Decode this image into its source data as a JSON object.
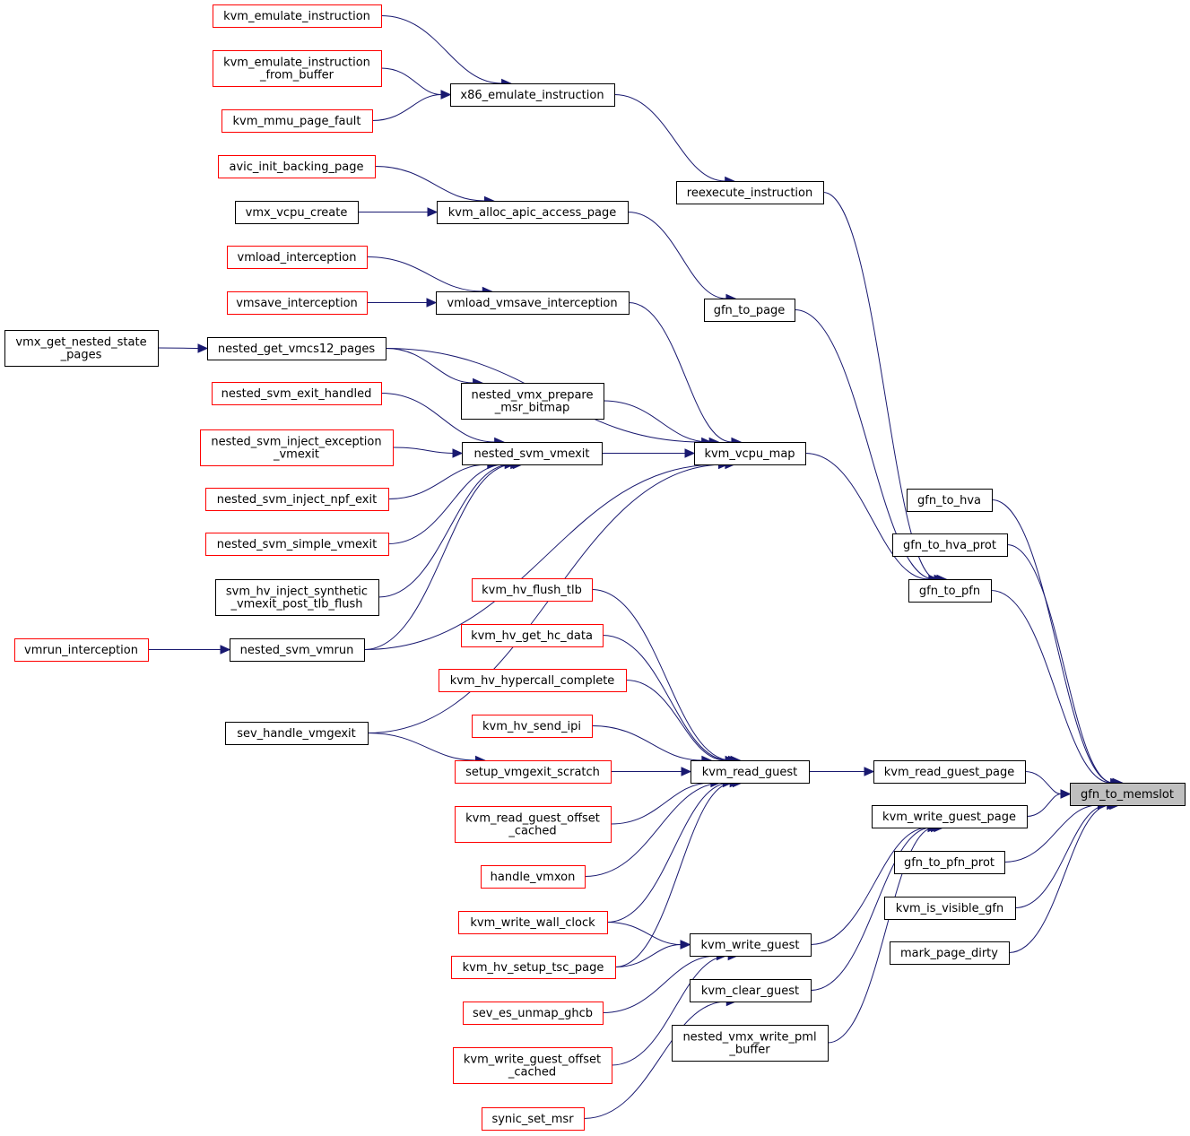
{
  "colors": {
    "edge": "#191970",
    "black_border": "#000000",
    "red_border": "#ff0000",
    "root_fill": "#bfbfbf"
  },
  "nodes": {
    "kvm_emulate_instruction": {
      "lines": [
        "kvm_emulate_instruction"
      ],
      "border": "red"
    },
    "kvm_emulate_instruction_from_buffer": {
      "lines": [
        "kvm_emulate_instruction",
        "_from_buffer"
      ],
      "border": "red"
    },
    "kvm_mmu_page_fault": {
      "lines": [
        "kvm_mmu_page_fault"
      ],
      "border": "red"
    },
    "x86_emulate_instruction": {
      "lines": [
        "x86_emulate_instruction"
      ],
      "border": "black"
    },
    "avic_init_backing_page": {
      "lines": [
        "avic_init_backing_page"
      ],
      "border": "red"
    },
    "vmx_vcpu_create": {
      "lines": [
        "vmx_vcpu_create"
      ],
      "border": "black"
    },
    "kvm_alloc_apic_access_page": {
      "lines": [
        "kvm_alloc_apic_access_page"
      ],
      "border": "black"
    },
    "reexecute_instruction": {
      "lines": [
        "reexecute_instruction"
      ],
      "border": "black"
    },
    "vmload_interception": {
      "lines": [
        "vmload_interception"
      ],
      "border": "red"
    },
    "vmsave_interception": {
      "lines": [
        "vmsave_interception"
      ],
      "border": "red"
    },
    "vmload_vmsave_interception": {
      "lines": [
        "vmload_vmsave_interception"
      ],
      "border": "black"
    },
    "gfn_to_page": {
      "lines": [
        "gfn_to_page"
      ],
      "border": "black"
    },
    "vmx_get_nested_state_pages": {
      "lines": [
        "vmx_get_nested_state",
        "_pages"
      ],
      "border": "black"
    },
    "nested_get_vmcs12_pages": {
      "lines": [
        "nested_get_vmcs12_pages"
      ],
      "border": "black"
    },
    "nested_svm_exit_handled": {
      "lines": [
        "nested_svm_exit_handled"
      ],
      "border": "red"
    },
    "nested_vmx_prepare_msr_bitmap": {
      "lines": [
        "nested_vmx_prepare",
        "_msr_bitmap"
      ],
      "border": "black"
    },
    "nested_svm_inject_exception_vmexit": {
      "lines": [
        "nested_svm_inject_exception",
        "_vmexit"
      ],
      "border": "red"
    },
    "nested_svm_vmexit": {
      "lines": [
        "nested_svm_vmexit"
      ],
      "border": "black"
    },
    "kvm_vcpu_map": {
      "lines": [
        "kvm_vcpu_map"
      ],
      "border": "black"
    },
    "nested_svm_inject_npf_exit": {
      "lines": [
        "nested_svm_inject_npf_exit"
      ],
      "border": "red"
    },
    "nested_svm_simple_vmexit": {
      "lines": [
        "nested_svm_simple_vmexit"
      ],
      "border": "red"
    },
    "gfn_to_hva": {
      "lines": [
        "gfn_to_hva"
      ],
      "border": "black"
    },
    "gfn_to_hva_prot": {
      "lines": [
        "gfn_to_hva_prot"
      ],
      "border": "black"
    },
    "svm_hv_inject_synthetic_vmexit_post_tlb_flush": {
      "lines": [
        "svm_hv_inject_synthetic",
        "_vmexit_post_tlb_flush"
      ],
      "border": "black"
    },
    "kvm_hv_flush_tlb": {
      "lines": [
        "kvm_hv_flush_tlb"
      ],
      "border": "red"
    },
    "gfn_to_pfn": {
      "lines": [
        "gfn_to_pfn"
      ],
      "border": "black"
    },
    "kvm_hv_get_hc_data": {
      "lines": [
        "kvm_hv_get_hc_data"
      ],
      "border": "red"
    },
    "vmrun_interception": {
      "lines": [
        "vmrun_interception"
      ],
      "border": "red"
    },
    "nested_svm_vmrun": {
      "lines": [
        "nested_svm_vmrun"
      ],
      "border": "black"
    },
    "kvm_hv_hypercall_complete": {
      "lines": [
        "kvm_hv_hypercall_complete"
      ],
      "border": "red"
    },
    "kvm_hv_send_ipi": {
      "lines": [
        "kvm_hv_send_ipi"
      ],
      "border": "red"
    },
    "sev_handle_vmgexit": {
      "lines": [
        "sev_handle_vmgexit"
      ],
      "border": "black"
    },
    "setup_vmgexit_scratch": {
      "lines": [
        "setup_vmgexit_scratch"
      ],
      "border": "red"
    },
    "kvm_read_guest": {
      "lines": [
        "kvm_read_guest"
      ],
      "border": "black"
    },
    "kvm_read_guest_page": {
      "lines": [
        "kvm_read_guest_page"
      ],
      "border": "black"
    },
    "gfn_to_memslot": {
      "lines": [
        "gfn_to_memslot"
      ],
      "border": "black",
      "root": true
    },
    "kvm_read_guest_offset_cached": {
      "lines": [
        "kvm_read_guest_offset",
        "_cached"
      ],
      "border": "red"
    },
    "kvm_write_guest_page": {
      "lines": [
        "kvm_write_guest_page"
      ],
      "border": "black"
    },
    "gfn_to_pfn_prot": {
      "lines": [
        "gfn_to_pfn_prot"
      ],
      "border": "black"
    },
    "handle_vmxon": {
      "lines": [
        "handle_vmxon"
      ],
      "border": "red"
    },
    "kvm_is_visible_gfn": {
      "lines": [
        "kvm_is_visible_gfn"
      ],
      "border": "black"
    },
    "kvm_write_wall_clock": {
      "lines": [
        "kvm_write_wall_clock"
      ],
      "border": "red"
    },
    "kvm_write_guest": {
      "lines": [
        "kvm_write_guest"
      ],
      "border": "black"
    },
    "mark_page_dirty": {
      "lines": [
        "mark_page_dirty"
      ],
      "border": "black"
    },
    "kvm_hv_setup_tsc_page": {
      "lines": [
        "kvm_hv_setup_tsc_page"
      ],
      "border": "red"
    },
    "kvm_clear_guest": {
      "lines": [
        "kvm_clear_guest"
      ],
      "border": "black"
    },
    "sev_es_unmap_ghcb": {
      "lines": [
        "sev_es_unmap_ghcb"
      ],
      "border": "red"
    },
    "nested_vmx_write_pml_buffer": {
      "lines": [
        "nested_vmx_write_pml",
        "_buffer"
      ],
      "border": "black"
    },
    "kvm_write_guest_offset_cached": {
      "lines": [
        "kvm_write_guest_offset",
        "_cached"
      ],
      "border": "red"
    },
    "synic_set_msr": {
      "lines": [
        "synic_set_msr"
      ],
      "border": "red"
    }
  },
  "edges": [
    [
      "kvm_emulate_instruction",
      "x86_emulate_instruction"
    ],
    [
      "kvm_emulate_instruction_from_buffer",
      "x86_emulate_instruction"
    ],
    [
      "kvm_mmu_page_fault",
      "x86_emulate_instruction"
    ],
    [
      "x86_emulate_instruction",
      "reexecute_instruction"
    ],
    [
      "reexecute_instruction",
      "gfn_to_pfn"
    ],
    [
      "avic_init_backing_page",
      "kvm_alloc_apic_access_page"
    ],
    [
      "vmx_vcpu_create",
      "kvm_alloc_apic_access_page"
    ],
    [
      "kvm_alloc_apic_access_page",
      "gfn_to_page"
    ],
    [
      "gfn_to_page",
      "gfn_to_pfn"
    ],
    [
      "vmload_interception",
      "vmload_vmsave_interception"
    ],
    [
      "vmsave_interception",
      "vmload_vmsave_interception"
    ],
    [
      "vmload_vmsave_interception",
      "kvm_vcpu_map"
    ],
    [
      "vmx_get_nested_state_pages",
      "nested_get_vmcs12_pages"
    ],
    [
      "nested_get_vmcs12_pages",
      "kvm_vcpu_map"
    ],
    [
      "nested_get_vmcs12_pages",
      "nested_vmx_prepare_msr_bitmap"
    ],
    [
      "nested_vmx_prepare_msr_bitmap",
      "kvm_vcpu_map"
    ],
    [
      "nested_svm_exit_handled",
      "nested_svm_vmexit"
    ],
    [
      "nested_svm_inject_exception_vmexit",
      "nested_svm_vmexit"
    ],
    [
      "nested_svm_inject_npf_exit",
      "nested_svm_vmexit"
    ],
    [
      "nested_svm_simple_vmexit",
      "nested_svm_vmexit"
    ],
    [
      "svm_hv_inject_synthetic_vmexit_post_tlb_flush",
      "nested_svm_vmexit"
    ],
    [
      "nested_svm_vmrun",
      "nested_svm_vmexit"
    ],
    [
      "nested_svm_vmexit",
      "kvm_vcpu_map"
    ],
    [
      "nested_svm_vmrun",
      "kvm_vcpu_map"
    ],
    [
      "sev_handle_vmgexit",
      "kvm_vcpu_map"
    ],
    [
      "vmrun_interception",
      "nested_svm_vmrun"
    ],
    [
      "kvm_vcpu_map",
      "gfn_to_pfn"
    ],
    [
      "gfn_to_pfn",
      "gfn_to_memslot"
    ],
    [
      "gfn_to_hva",
      "gfn_to_memslot"
    ],
    [
      "gfn_to_hva_prot",
      "gfn_to_memslot"
    ],
    [
      "kvm_hv_flush_tlb",
      "kvm_read_guest"
    ],
    [
      "kvm_hv_get_hc_data",
      "kvm_read_guest"
    ],
    [
      "kvm_hv_hypercall_complete",
      "kvm_read_guest"
    ],
    [
      "kvm_hv_send_ipi",
      "kvm_read_guest"
    ],
    [
      "sev_handle_vmgexit",
      "setup_vmgexit_scratch"
    ],
    [
      "setup_vmgexit_scratch",
      "kvm_read_guest"
    ],
    [
      "kvm_read_guest_offset_cached",
      "kvm_read_guest"
    ],
    [
      "handle_vmxon",
      "kvm_read_guest"
    ],
    [
      "kvm_write_wall_clock",
      "kvm_read_guest"
    ],
    [
      "kvm_hv_setup_tsc_page",
      "kvm_read_guest"
    ],
    [
      "kvm_read_guest",
      "kvm_read_guest_page"
    ],
    [
      "kvm_read_guest_page",
      "gfn_to_memslot"
    ],
    [
      "kvm_write_guest_page",
      "gfn_to_memslot"
    ],
    [
      "gfn_to_pfn_prot",
      "gfn_to_memslot"
    ],
    [
      "kvm_is_visible_gfn",
      "gfn_to_memslot"
    ],
    [
      "mark_page_dirty",
      "gfn_to_memslot"
    ],
    [
      "kvm_write_wall_clock",
      "kvm_write_guest"
    ],
    [
      "kvm_hv_setup_tsc_page",
      "kvm_write_guest"
    ],
    [
      "sev_es_unmap_ghcb",
      "kvm_write_guest"
    ],
    [
      "kvm_write_guest_offset_cached",
      "kvm_write_guest"
    ],
    [
      "synic_set_msr",
      "kvm_clear_guest"
    ],
    [
      "kvm_write_guest",
      "kvm_write_guest_page"
    ],
    [
      "kvm_clear_guest",
      "kvm_write_guest_page"
    ],
    [
      "nested_vmx_write_pml_buffer",
      "kvm_write_guest_page"
    ]
  ]
}
